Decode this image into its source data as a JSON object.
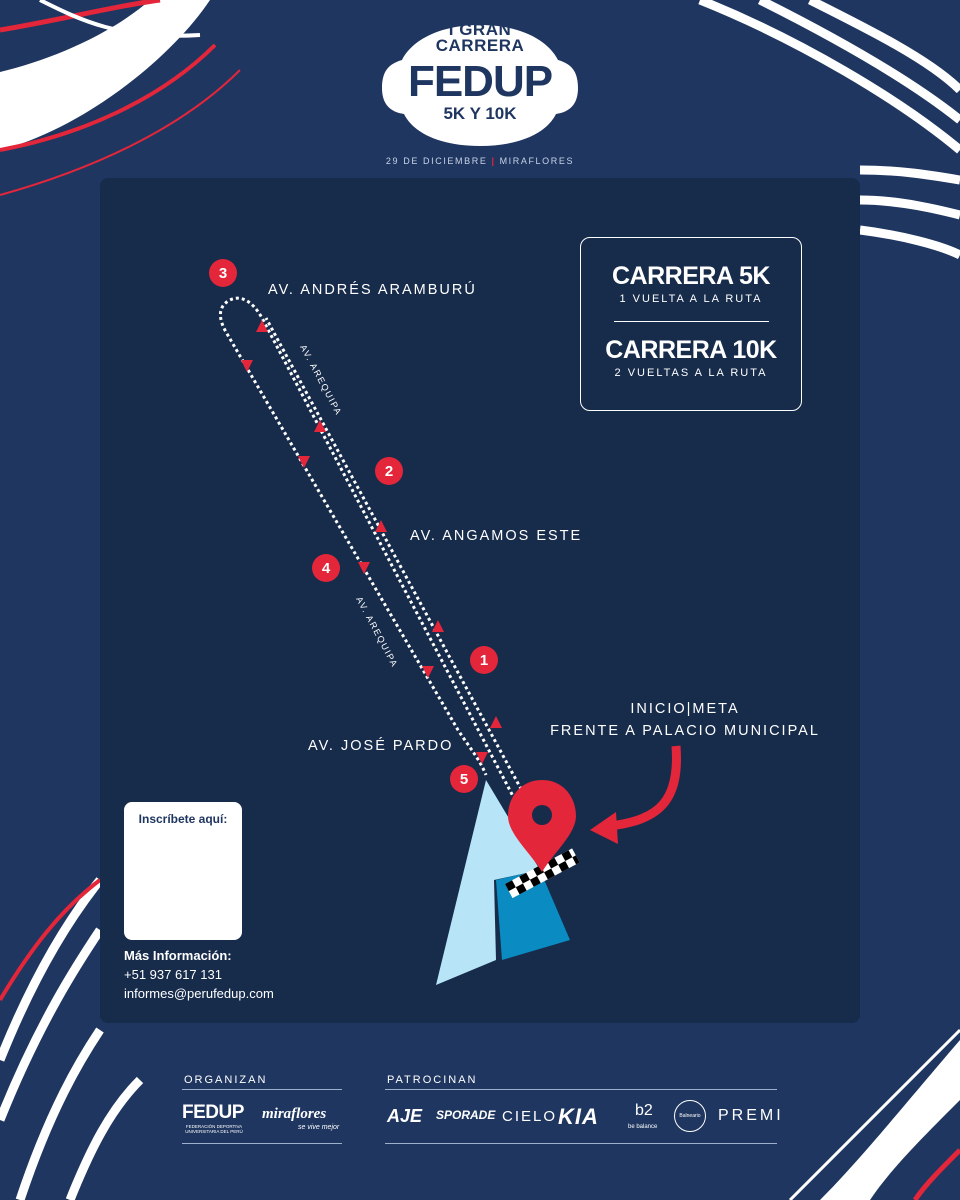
{
  "header": {
    "logo_top": "I GRAN\nCARRERA",
    "logo_top_line1": "I GRAN",
    "logo_top_line2": "CARRERA",
    "logo_main": "FEDUP",
    "logo_sub": "5K Y 10K",
    "date": "29 DE DICIEMBRE",
    "location": "MIRAFLORES"
  },
  "races": [
    {
      "title": "CARRERA 5K",
      "subtitle": "1 VUELTA A LA RUTA"
    },
    {
      "title": "CARRERA 10K",
      "subtitle": "2 VUELTAS A LA RUTA"
    }
  ],
  "streets": {
    "aramburu": "AV. ANDRÉS ARAMBURÚ",
    "angamos": "AV. ANGAMOS ESTE",
    "pardo": "AV. JOSÉ PARDO",
    "arequipa": "AV. AREQUIPA"
  },
  "checkpoints": [
    "1",
    "2",
    "3",
    "4",
    "5"
  ],
  "start": {
    "line1": "INICIO|META",
    "line2": "FRENTE A PALACIO MUNICIPAL"
  },
  "registration": {
    "qr_title": "Inscríbete aquí:",
    "info_title": "Más Información:",
    "phone": "+51 937 617 131",
    "email": "informes@perufedup.com"
  },
  "footer": {
    "organizers_label": "ORGANIZAN",
    "sponsors_label": "PATROCINAN",
    "organizers": {
      "fedup": "FEDUP",
      "fedup_tagline": "FEDERACIÓN DEPORTIVA UNIVERSITARIA DEL PERÚ",
      "miraflores": "miraflores",
      "miraflores_tagline": "se vive mejor"
    },
    "sponsors": {
      "aje": "AJE",
      "sporade": "SPORADE",
      "cielo": "CIELO",
      "kia": "KIA",
      "b2": "b2",
      "b2_tagline": "be balance",
      "balneario": "Balneario",
      "premi": "PREMI"
    }
  },
  "colors": {
    "background": "#1f3660",
    "panel": "#172b4b",
    "accent_red": "#e3263a",
    "light_blue": "#b7e4f7",
    "mid_blue": "#0a8bc2"
  }
}
